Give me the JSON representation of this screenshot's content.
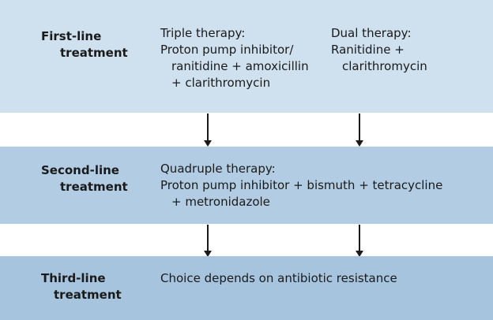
{
  "colors": {
    "band1": "#cfe0ee",
    "band2": "#b2cde3",
    "band3": "#a6c4de"
  },
  "first_line": {
    "label_line1": "First-line",
    "label_line2": "treatment",
    "triple": {
      "line1": "Triple therapy:",
      "line2": "Proton pump inhibitor/",
      "line3": "ranitidine + amoxicillin",
      "line4": "+ clarithromycin"
    },
    "dual": {
      "line1": "Dual therapy:",
      "line2": "Ranitidine +",
      "line3": "clarithromycin"
    }
  },
  "second_line": {
    "label_line1": "Second-line",
    "label_line2": "treatment",
    "line1": "Quadruple therapy:",
    "line2": "Proton pump inhibitor + bismuth + tetracycline",
    "line3": "+ metronidazole"
  },
  "third_line": {
    "label_line1": "Third-line",
    "label_line2": "treatment",
    "line1": "Choice depends on antibiotic resistance"
  }
}
